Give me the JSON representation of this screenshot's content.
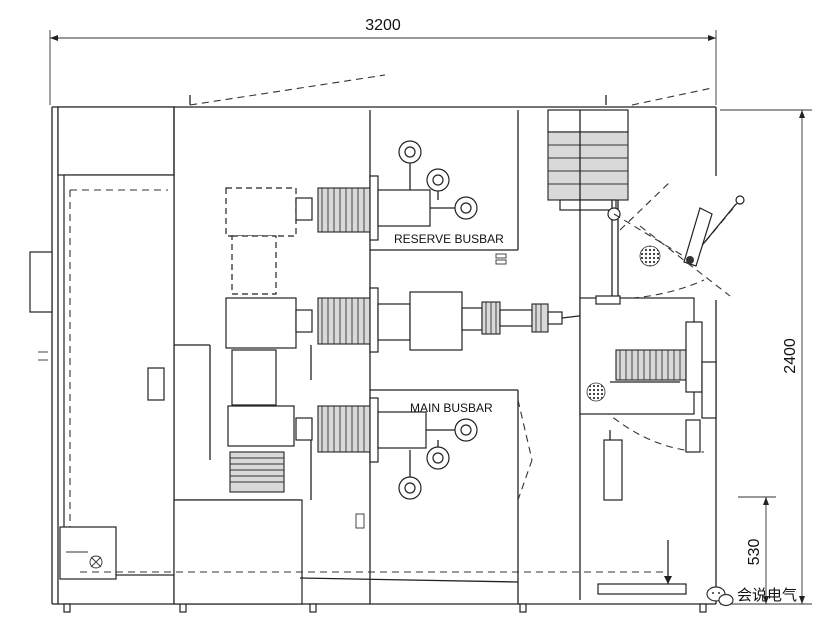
{
  "dimensions": {
    "width_total": "3200",
    "height_total": "2400",
    "height_lower": "530"
  },
  "labels": {
    "reserve_busbar": "RESERVE BUSBAR",
    "main_busbar": "MAIN BUSBAR"
  },
  "watermark": {
    "text": "会说电气",
    "icon": "wechat-icon"
  },
  "colors": {
    "line": "#222222",
    "fill_dark": "#555555",
    "fill_light": "#d9d9d9",
    "background": "#ffffff"
  }
}
